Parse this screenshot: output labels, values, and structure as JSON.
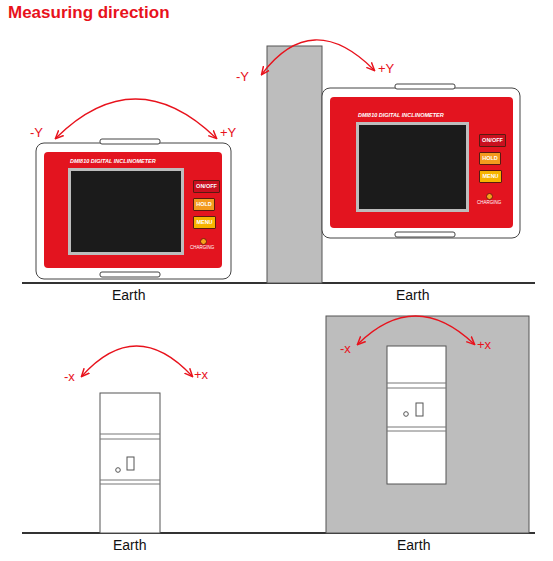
{
  "diagram": {
    "title": "Measuring direction",
    "nodes": [
      {
        "text": [
          "DMI810 DIGITAL INCLINOMETER",
          "CHARGING"
        ]
      },
      {
        "text": [
          "ON/OFF"
        ],
        "in": 0
      },
      {
        "text": [
          "HOLD"
        ],
        "in": 0
      },
      {
        "text": [
          "MENU"
        ],
        "in": 0
      },
      {
        "text": [
          "DMI810 DIGITAL INCLINOMETER",
          "CHARGING"
        ]
      },
      {
        "text": [
          "ON/OFF"
        ],
        "in": 4
      },
      {
        "text": [
          "HOLD"
        ],
        "in": 4
      },
      {
        "text": [
          "MENU"
        ],
        "in": 4
      }
    ],
    "labels": [
      "-Y",
      "+Y",
      "Earth",
      "-Y",
      "+Y",
      "Earth",
      "-x",
      "+x",
      "Earth",
      "-x",
      "+x",
      "Earth"
    ]
  }
}
